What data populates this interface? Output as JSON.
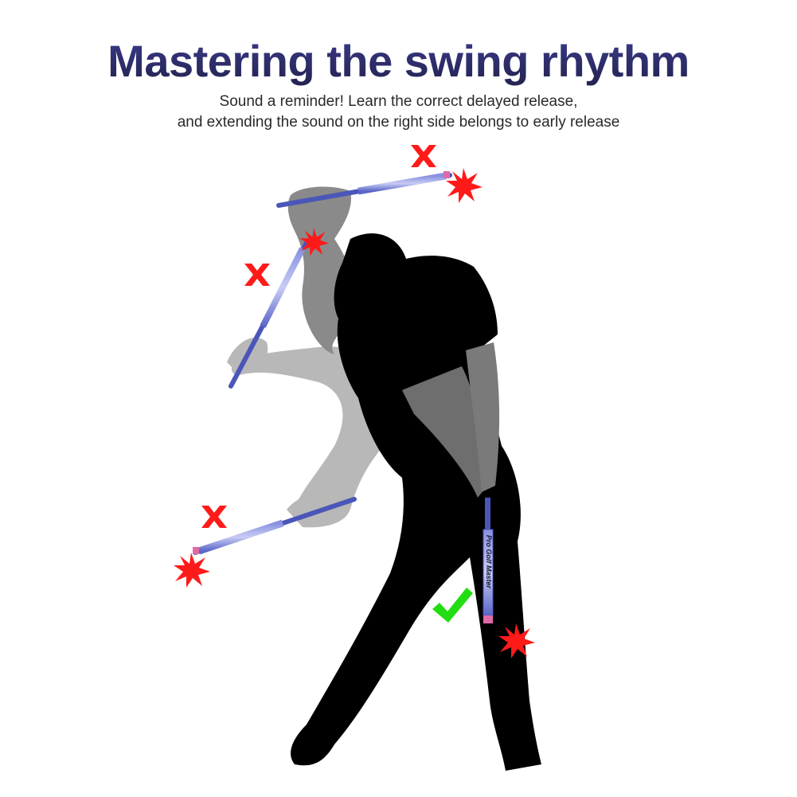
{
  "header": {
    "title": "Mastering the swing rhythm",
    "subtitle_line1": "Sound a reminder! Learn the correct delayed release,",
    "subtitle_line2": "and extending the sound on the right side belongs to early release"
  },
  "illustration": {
    "stick_brand": "Pro Golf Master",
    "markers": [
      {
        "position": "top-right",
        "type": "wrong",
        "icon": "x-mark-icon"
      },
      {
        "position": "upper-left",
        "type": "wrong",
        "icon": "x-mark-icon"
      },
      {
        "position": "lower-left",
        "type": "wrong",
        "icon": "x-mark-icon"
      },
      {
        "position": "bottom-center",
        "type": "correct",
        "icon": "checkmark-icon"
      }
    ],
    "colors": {
      "title": "#2e2e6e",
      "wrong": "#ff1a1a",
      "correct": "#22dd11",
      "stick": "#5a66c8",
      "silhouette": "#000000",
      "ghost_dark": "#8a8a8a",
      "ghost_light": "#b8b8b8"
    }
  }
}
